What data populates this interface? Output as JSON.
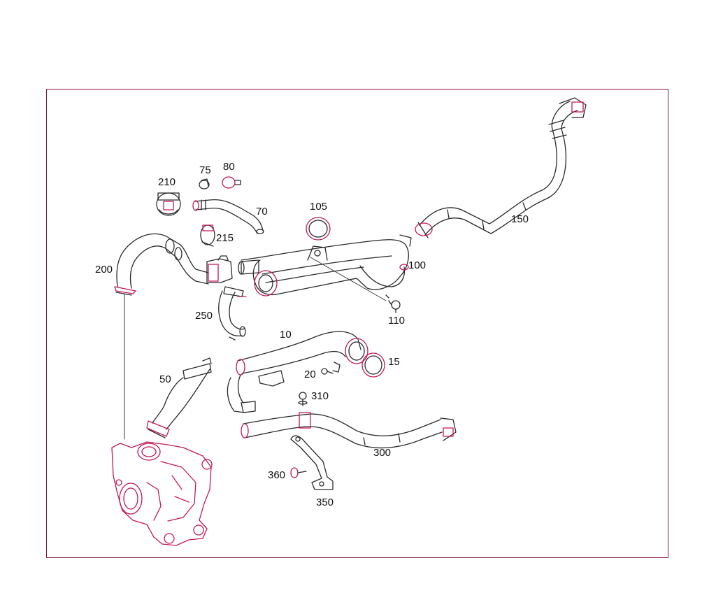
{
  "colors": {
    "frame": "#8a1a3a",
    "line": "#2a2a2a",
    "accent": "#c2185b",
    "leader": "#333333",
    "text": "#111111"
  },
  "callouts": {
    "p75": "75",
    "p80": "80",
    "p210": "210",
    "p70": "70",
    "p105": "105",
    "p150": "150",
    "p215": "215",
    "p200": "200",
    "p100": "100",
    "p110": "110",
    "p250": "250",
    "p10": "10",
    "p15": "15",
    "p20": "20",
    "p50": "50",
    "p310": "310",
    "p300": "300",
    "p360": "360",
    "p350": "350"
  }
}
